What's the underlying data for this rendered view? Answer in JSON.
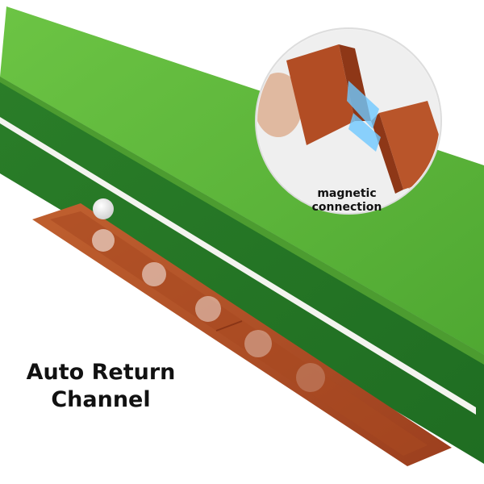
{
  "callout": {
    "line1": "magnetic",
    "line2": "connection"
  },
  "caption": {
    "line1": "Auto Return",
    "line2": "Channel"
  },
  "colors": {
    "light_green": "#5fb83a",
    "dark_green": "#2f8a2c",
    "wood": "#b5532a",
    "line": "#f4f4f0"
  }
}
